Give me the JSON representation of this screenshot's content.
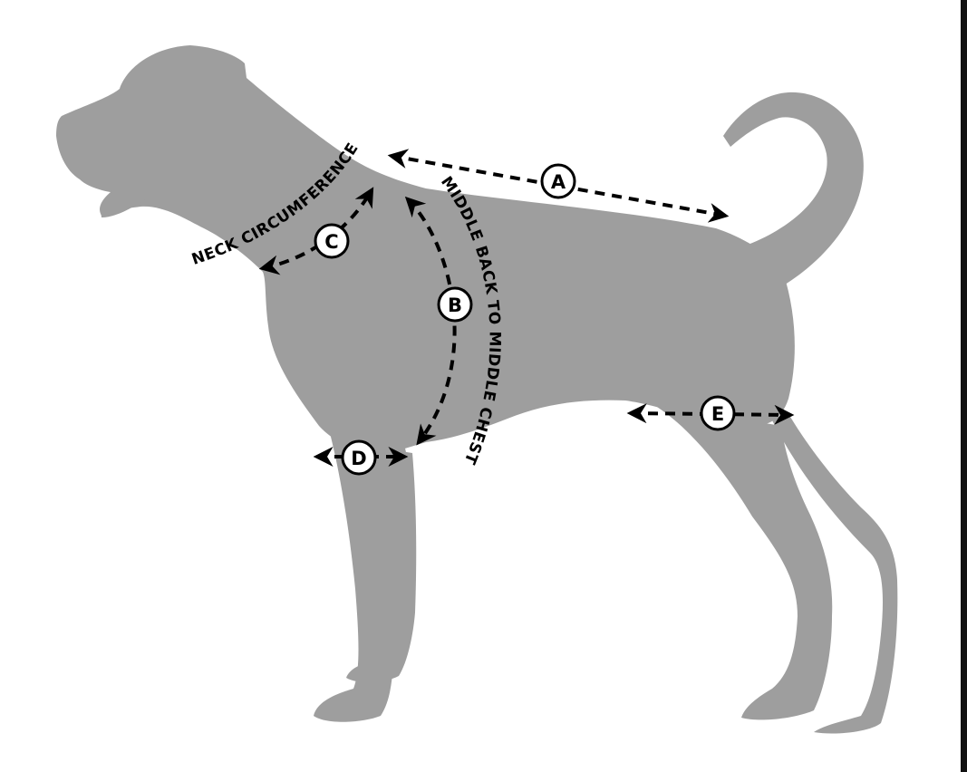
{
  "colors": {
    "silhouette": "#9e9e9e",
    "ink": "#000000",
    "background": "#ffffff",
    "frame_right": "#111111"
  },
  "labels": {
    "neck": "NECK CIRCUMFERENCE",
    "chest": "MIDDLE BACK TO MIDDLE CHEST"
  },
  "markers": {
    "a": "A",
    "b": "B",
    "c": "C",
    "d": "D",
    "e": "E"
  }
}
